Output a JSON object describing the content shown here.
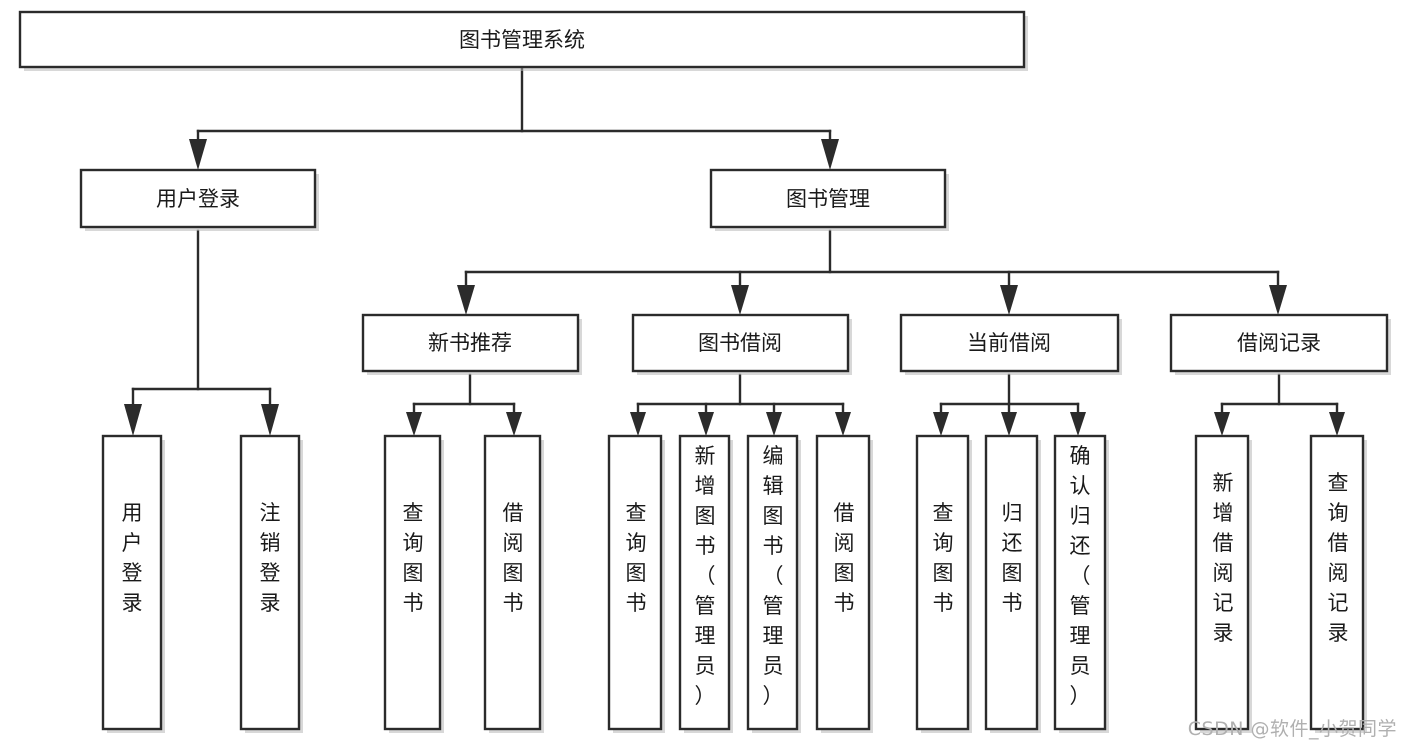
{
  "diagram": {
    "type": "tree",
    "title": "图书管理系统",
    "orientation": "top-down",
    "background_color": "#ffffff",
    "box_stroke_color": "#2b2b2b",
    "box_fill_color": "#ffffff",
    "text_color": "#1a1a1a",
    "nodes": {
      "root": {
        "label": "图书管理系统"
      },
      "level2": [
        {
          "label": "用户登录"
        },
        {
          "label": "图书管理"
        }
      ],
      "level3": [
        {
          "label": "新书推荐"
        },
        {
          "label": "图书借阅"
        },
        {
          "label": "当前借阅"
        },
        {
          "label": "借阅记录"
        }
      ],
      "leaves_user_login": [
        {
          "label": "用户登录"
        },
        {
          "label": "注销登录"
        }
      ],
      "leaves_new_book": [
        {
          "label": "查询图书"
        },
        {
          "label": "借阅图书"
        }
      ],
      "leaves_borrow": [
        {
          "label": "查询图书"
        },
        {
          "label": "新增图书（管理员）"
        },
        {
          "label": "编辑图书（管理员）"
        },
        {
          "label": "借阅图书"
        }
      ],
      "leaves_current": [
        {
          "label": "查询图书"
        },
        {
          "label": "归还图书"
        },
        {
          "label": "确认归还（管理员）"
        }
      ],
      "leaves_records": [
        {
          "label": "新增借阅记录"
        },
        {
          "label": "查询借阅记录"
        }
      ]
    }
  },
  "watermark": {
    "text": "CSDN @软件_小贺同学"
  }
}
